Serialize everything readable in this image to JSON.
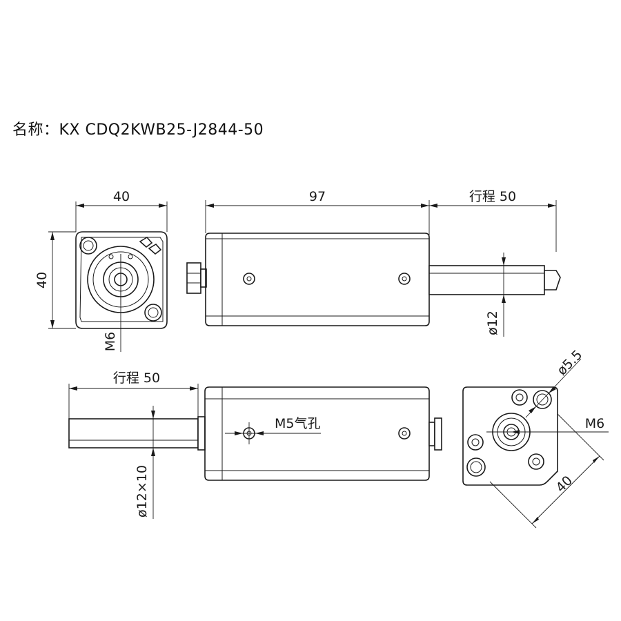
{
  "title": "名称：KX CDQ2KWB25-J2844-50",
  "dims": {
    "front_width": "40",
    "front_height": "40",
    "front_thread": "M6",
    "body_length": "97",
    "stroke_top": "行程 50",
    "rod_dia": "ø12",
    "stroke_bottom": "行程 50",
    "rod_across": "ø12×10",
    "port": "M5气孔",
    "hole_dia": "ø5.5",
    "rear_thread": "M6",
    "rear_width": "40"
  }
}
